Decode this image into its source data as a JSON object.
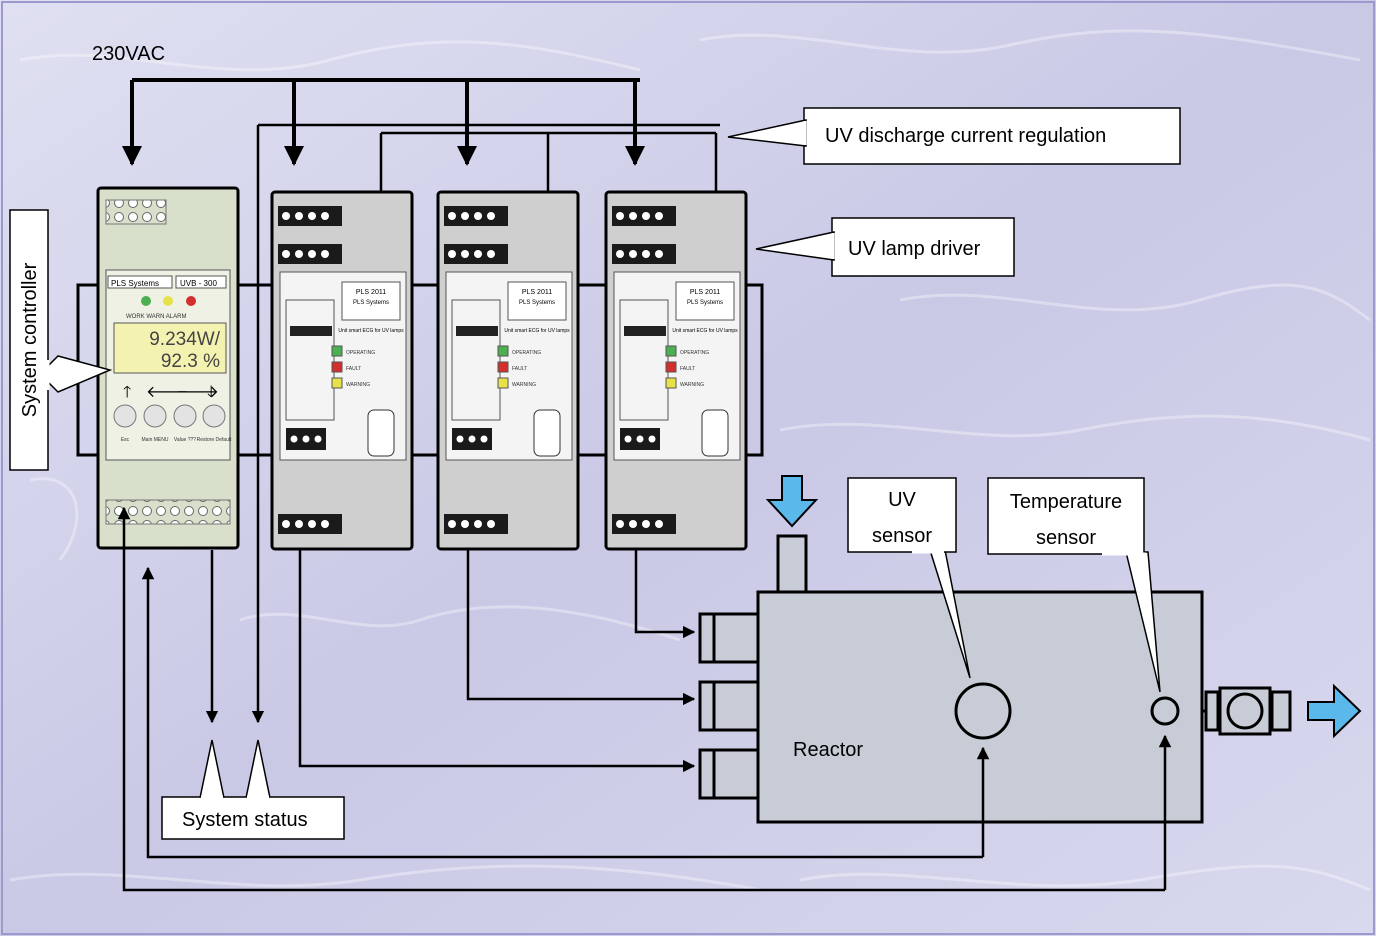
{
  "supply": {
    "label": "230VAC"
  },
  "callouts": {
    "system_controller": "System controller",
    "current_regulation": "UV discharge current regulation",
    "lamp_driver": "UV lamp driver",
    "uv_sensor_line1": "UV",
    "uv_sensor_line2": "sensor",
    "temp_sensor_line1": "Temperature",
    "temp_sensor_line2": "sensor",
    "system_status": "System status",
    "reactor": "Reactor"
  },
  "controller": {
    "brand": "PLS Systems",
    "model": "UVB - 300",
    "led_labels": "WORK  WARN  ALARM",
    "reading_1": "9.234W/",
    "reading_2": "92.3 %",
    "keys": [
      "Esc",
      "Main MENU",
      "Value ???",
      "Restore Default"
    ],
    "led_colors": [
      "#4caf50",
      "#e8e24a",
      "#d32f2f"
    ]
  },
  "drivers": [
    {
      "brand": "PLS 2011",
      "maker": "PLS Systems",
      "desc": "Unit smart ECG for UV lamps",
      "status": [
        "OPERATING",
        "FAULT",
        "WARNING"
      ]
    },
    {
      "brand": "PLS 2011",
      "maker": "PLS Systems",
      "desc": "Unit smart ECG for UV lamps",
      "status": [
        "OPERATING",
        "FAULT",
        "WARNING"
      ]
    },
    {
      "brand": "PLS 2011",
      "maker": "PLS Systems",
      "desc": "Unit smart ECG for UV lamps",
      "status": [
        "OPERATING",
        "FAULT",
        "WARNING"
      ]
    }
  ],
  "colors": {
    "background": "#d4d4ec",
    "reactor": "#c7ccd6",
    "flow_arrow": "#5ab8ea",
    "device": "#cfcfcf",
    "controller": "#d8dfcb",
    "display": "#f4f2b0"
  }
}
